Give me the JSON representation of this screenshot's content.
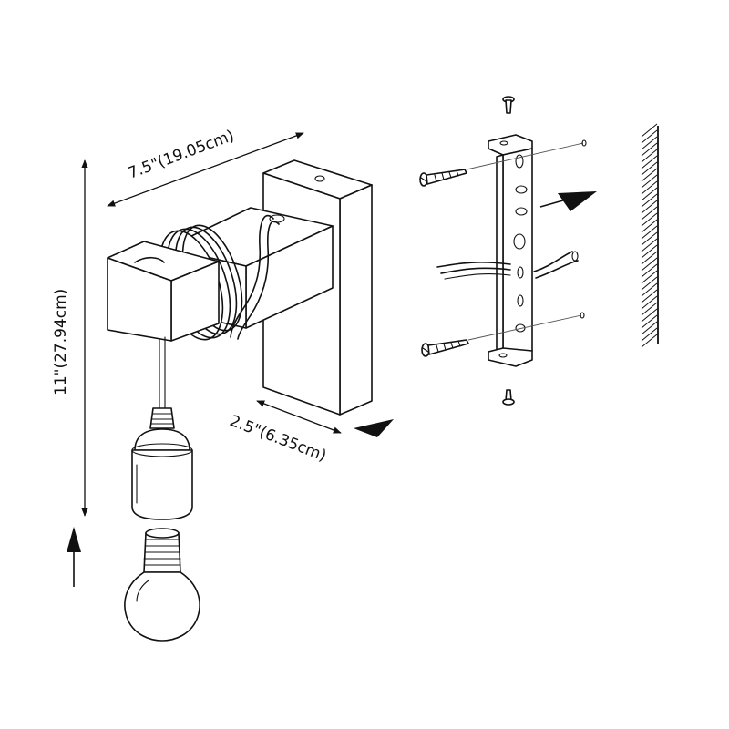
{
  "dimensions": {
    "width_label": "7.5\"(19.05cm)",
    "height_label": "11\"(27.94cm)",
    "depth_label": "2.5\"(6.35cm)"
  },
  "icons": {
    "arrow": "arrow-icon",
    "screw": "screw-icon",
    "bulb": "bulb-icon"
  }
}
